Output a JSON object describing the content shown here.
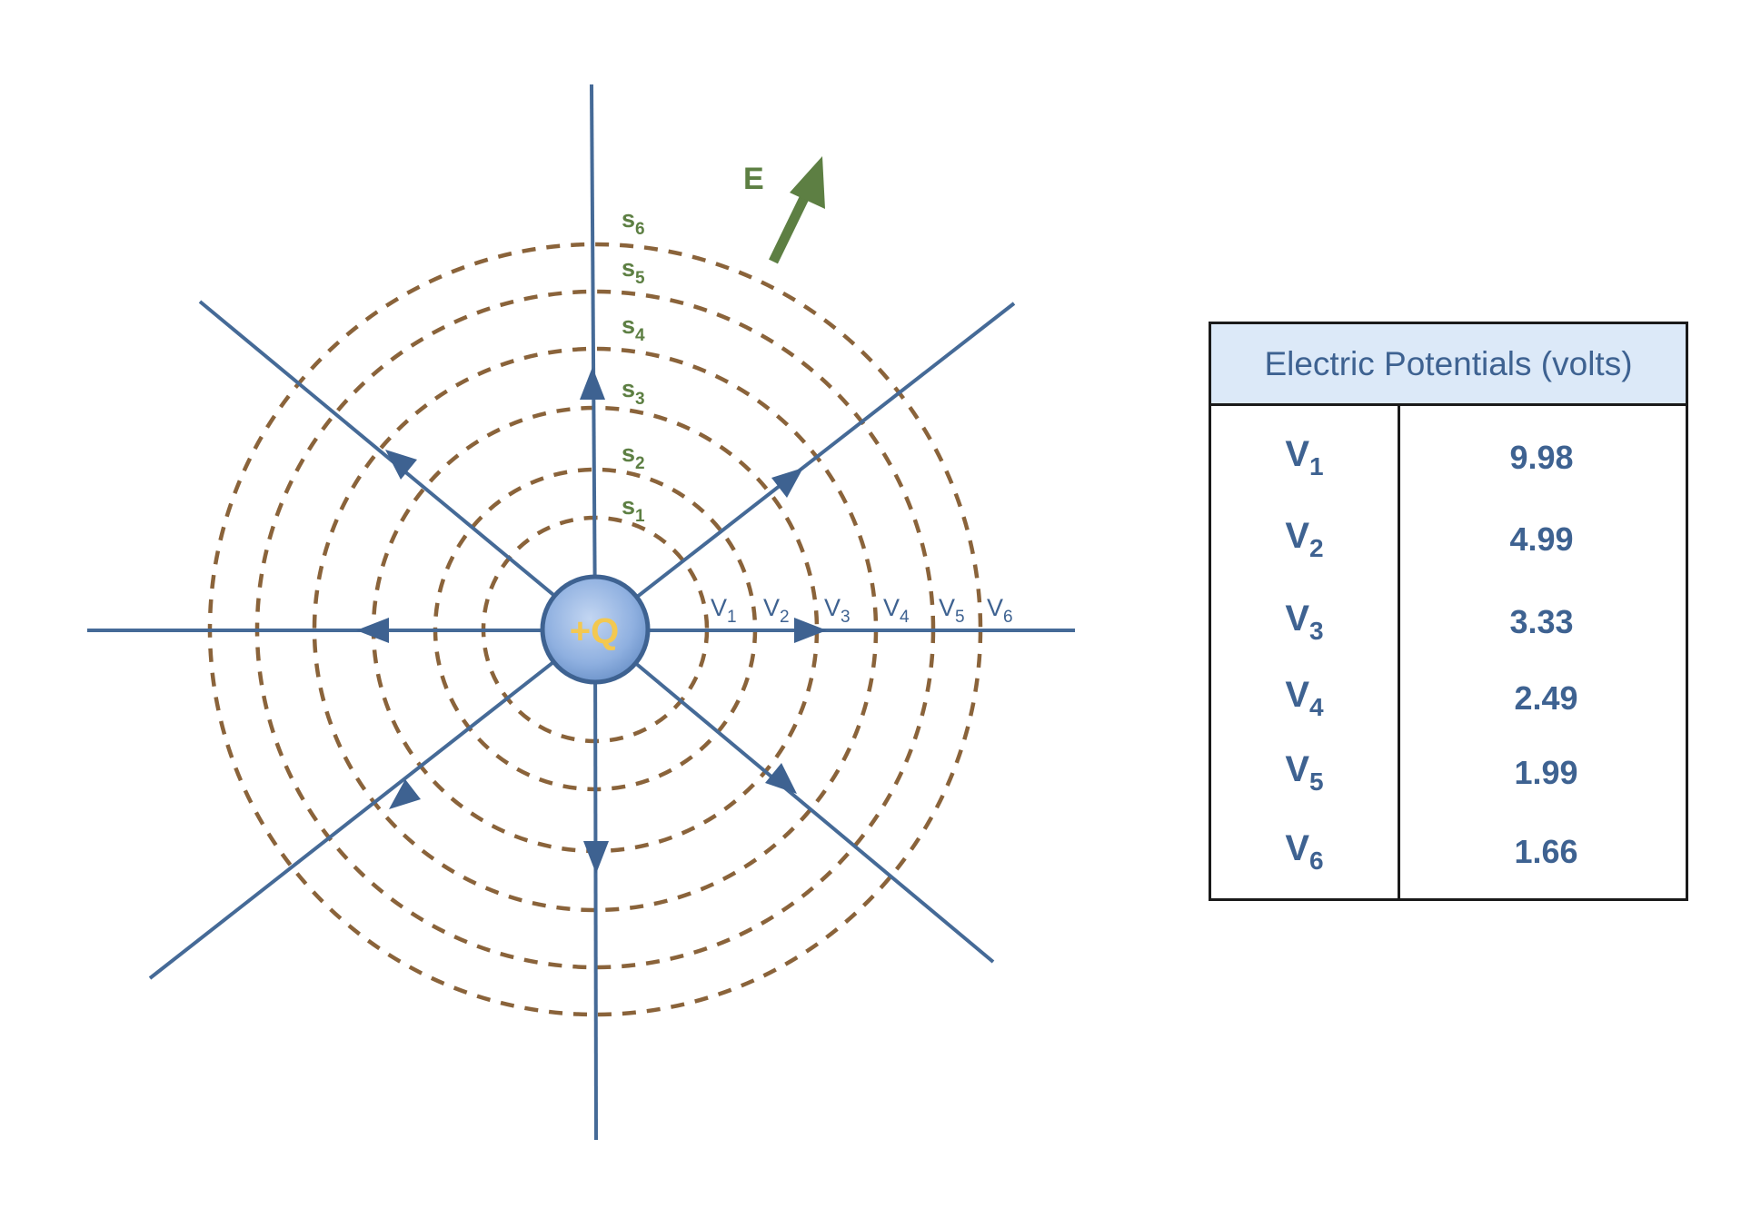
{
  "charge_label": "+Q",
  "field_label": "E",
  "surfaces": [
    {
      "base": "s",
      "sub": "1"
    },
    {
      "base": "s",
      "sub": "2"
    },
    {
      "base": "s",
      "sub": "3"
    },
    {
      "base": "s",
      "sub": "4"
    },
    {
      "base": "s",
      "sub": "5"
    },
    {
      "base": "s",
      "sub": "6"
    }
  ],
  "potential_markers": [
    {
      "base": "V",
      "sub": "1"
    },
    {
      "base": "V",
      "sub": "2"
    },
    {
      "base": "V",
      "sub": "3"
    },
    {
      "base": "V",
      "sub": "4"
    },
    {
      "base": "V",
      "sub": "5"
    },
    {
      "base": "V",
      "sub": "6"
    }
  ],
  "table": {
    "title": "Electric Potentials (volts)",
    "rows": [
      {
        "base": "V",
        "sub": "1",
        "value": "9.98"
      },
      {
        "base": "V",
        "sub": "2",
        "value": "4.99"
      },
      {
        "base": "V",
        "sub": "3",
        "value": "3.33"
      },
      {
        "base": "V",
        "sub": "4",
        "value": "2.49"
      },
      {
        "base": "V",
        "sub": "5",
        "value": "1.99"
      },
      {
        "base": "V",
        "sub": "6",
        "value": "1.66"
      }
    ]
  },
  "colors": {
    "field_line": "#456a97",
    "equipotential": "#8a633a",
    "surface_label": "#5d7f43",
    "charge_fill": "#8fb0e0",
    "charge_text": "#f3c850",
    "table_header_bg": "#dce9f8"
  }
}
